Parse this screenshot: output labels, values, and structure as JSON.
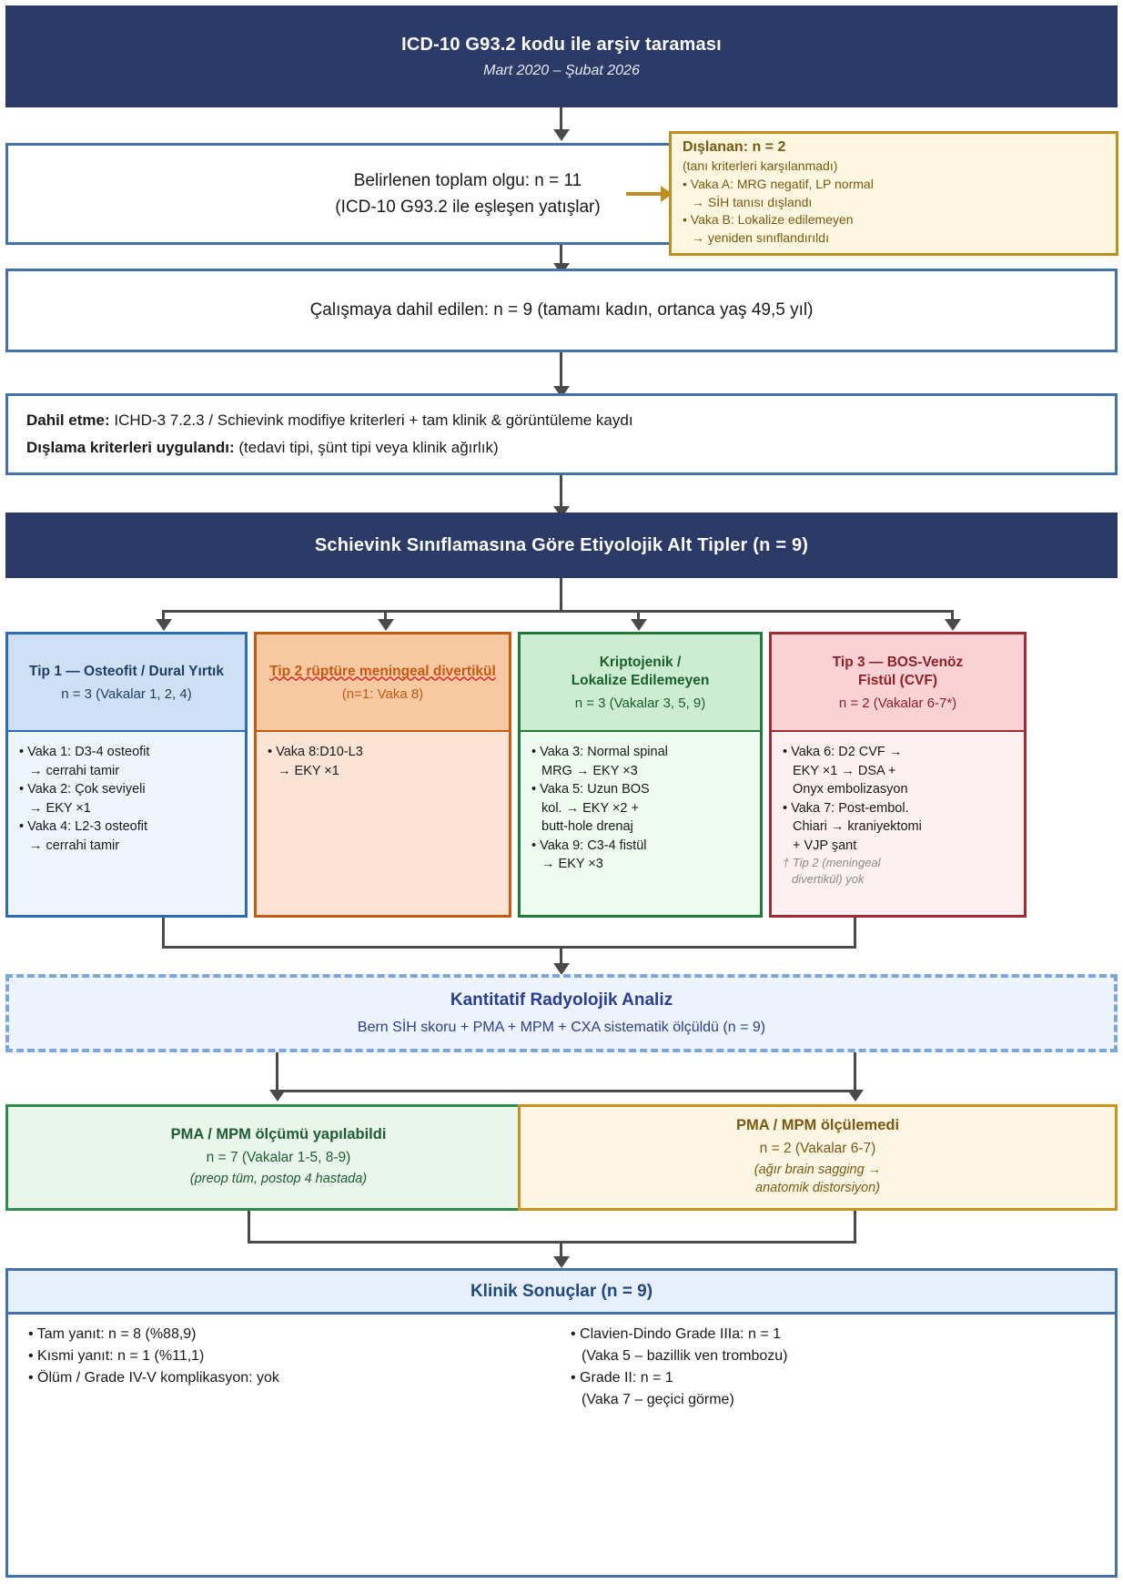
{
  "header": {
    "title": "ICD-10 G93.2 kodu ile arşiv taraması",
    "subtitle": "Mart 2020 – Şubat 2026"
  },
  "identified": {
    "line1": "Belirlenen toplam olgu: n = 11",
    "line2": "(ICD-10 G93.2 ile eşleşen yatışlar)"
  },
  "excluded": {
    "title": "Dışlanan: n = 2",
    "reason": "(tanı kriterleri karşılanmadı)",
    "items": [
      "• Vaka A: MRG negatif, LP normal",
      "→ SİH tanısı dışlandı",
      "• Vaka B: Lokalize edilemeyen",
      "→ yeniden sınıflandırıldı"
    ]
  },
  "included": {
    "text": "Çalışmaya dahil edilen: n = 9 (tamamı kadın, ortanca yaş 49,5 yıl)"
  },
  "criteria": {
    "inclusion_label": "Dahil etme:",
    "inclusion_text": " ICHD-3 7.2.3 / Schievink modifiye kriterleri + tam klinik & görüntüleme kaydı",
    "exclusion_label": "Dışlama kriterleri uygulandı:",
    "exclusion_text": " (tedavi tipi, şünt tipi veya klinik ağırlık)"
  },
  "classification_banner": {
    "title": "Schievink Sınıflamasına Göre Etiyolojik Alt Tipler (n = 9)"
  },
  "subtypes": [
    {
      "title": "Tip 1 — Osteofit / Dural Yırtık",
      "count": "n = 3 (Vakalar 1, 2, 4)",
      "items": [
        "• Vaka 1: D3-4 osteofit",
        "→ cerrahi tamir",
        "• Vaka 2: Çok seviyeli",
        "→ EKY ×1",
        "• Vaka 4: L2-3 osteofit",
        "→ cerrahi tamir"
      ],
      "note": [],
      "accent": "#2d6cb5"
    },
    {
      "title": "Tip 2 rüptüre meningeal divertikül",
      "count": "(n=1: Vaka 8)",
      "items": [
        "• Vaka 8:D10-L3",
        "→ EKY ×1"
      ],
      "note": [],
      "accent": "#c55a11"
    },
    {
      "title_line1": "Kriptojenik /",
      "title_line2": "Lokalize Edilemeyen",
      "count": "n = 3 (Vakalar 3, 5, 9)",
      "items": [
        "• Vaka 3: Normal spinal",
        "MRG → EKY ×3",
        "• Vaka 5: Uzun BOS",
        "kol. → EKY ×2 +",
        "butt-hole drenaj",
        "• Vaka 9: C3-4 fistül",
        "→ EKY ×3"
      ],
      "note": [],
      "accent": "#217a3a"
    },
    {
      "title_line1": "Tip 3 — BOS-Venöz",
      "title_line2": "Fistül (CVF)",
      "count": "n = 2 (Vakalar 6-7*)",
      "items": [
        "• Vaka 6: D2 CVF →",
        "EKY ×1 → DSA +",
        "Onyx embolizasyon",
        "• Vaka 7: Post-embol.",
        "Chiari → kraniyektomi",
        "+ VJP şant"
      ],
      "note": [
        "† Tip 2 (meningeal",
        "divertikül) yok"
      ],
      "accent": "#a32a35"
    }
  ],
  "quantitative": {
    "title": "Kantitatif Radyolojik Analiz",
    "subtitle": "Bern SİH skoru + PMA + MPM + CXA sistematik ölçüldü (n = 9)"
  },
  "pma": [
    {
      "title": "PMA / MPM ölçümü yapılabildi",
      "count": "n = 7 (Vakalar 1-5, 8-9)",
      "italic_lines": [
        "(preop tüm, postop 4 hastada)"
      ],
      "accent": "#2e8b4f"
    },
    {
      "title": "PMA / MPM ölçülemedi",
      "count": "n = 2 (Vakalar 6-7)",
      "italic_lines": [
        "(ağır brain sagging →",
        "anatomik distorsiyon)"
      ],
      "accent": "#c8941f"
    }
  ],
  "outcomes": {
    "title": "Klinik Sonuçlar (n = 9)",
    "left": [
      "• Tam yanıt: n = 8 (%88,9)",
      "• Kısmi yanıt: n = 1 (%11,1)",
      "• Ölüm / Grade IV-V komplikasyon: yok"
    ],
    "right": [
      "• Clavien-Dindo Grade IIIa: n = 1",
      "(Vaka 5 – bazillik ven trombozu)",
      "• Grade II: n = 1",
      "(Vaka 7 – geçici görme)"
    ]
  },
  "colors": {
    "banner": "#2b3a67",
    "blue_border": "#4472a8",
    "gold": "#bf8f22",
    "connector": "#4a4a4a"
  }
}
